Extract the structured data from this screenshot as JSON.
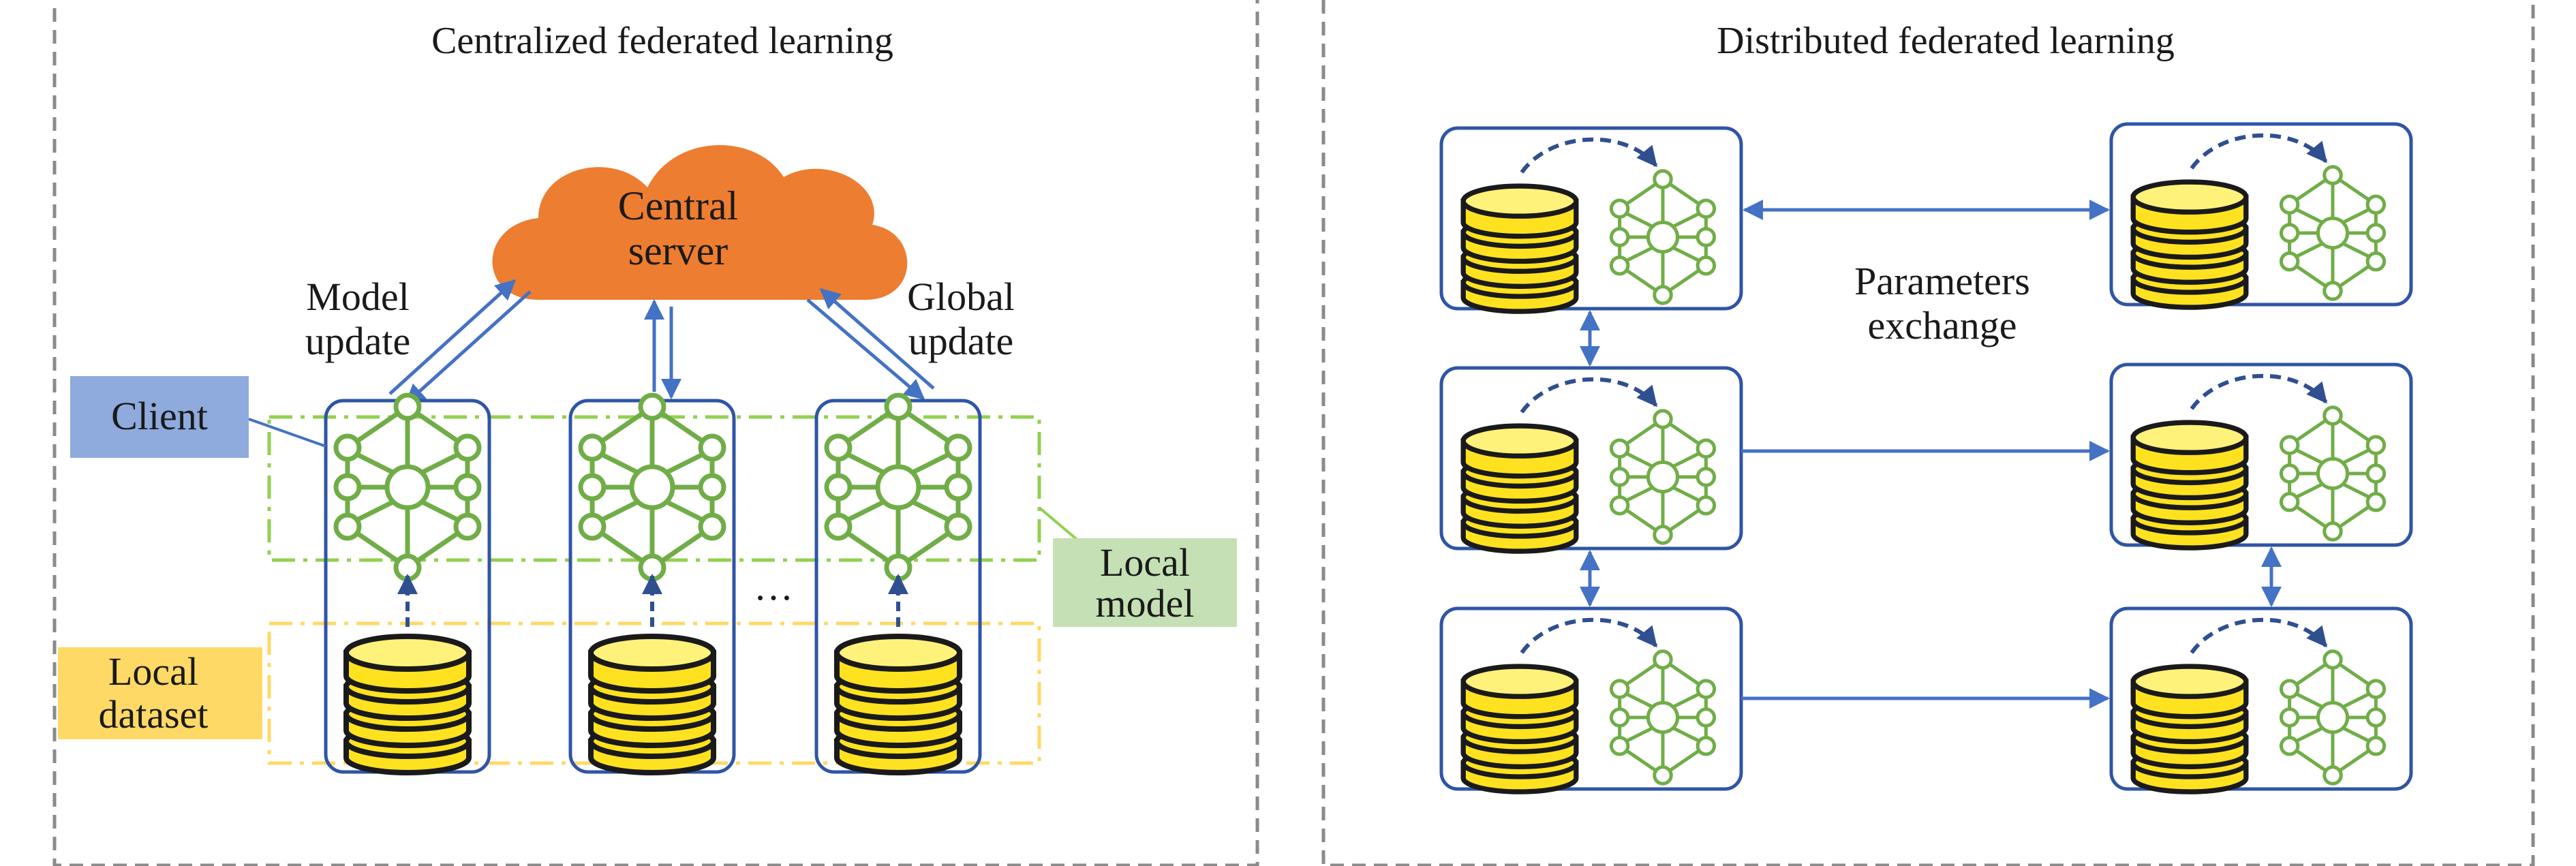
{
  "left_panel": {
    "title": "Centralized federated learning",
    "cloud_label_line1": "Central",
    "cloud_label_line2": "server",
    "model_update_line1": "Model",
    "model_update_line2": "update",
    "global_update_line1": "Global",
    "global_update_line2": "update",
    "client_label": "Client",
    "local_model_line1": "Local",
    "local_model_line2": "model",
    "local_dataset_line1": "Local",
    "local_dataset_line2": "dataset",
    "ellipsis": "…"
  },
  "right_panel": {
    "title": "Distributed federated learning",
    "exchange_line1": "Parameters",
    "exchange_line2": "exchange"
  },
  "colors": {
    "panel_border": "#8a8a8a",
    "node_border": "#2f55a4",
    "arrow_blue": "#4472c4",
    "cloud_orange": "#ed7d31",
    "db_yellow": "#ffe21f",
    "db_yellow_light": "#fff27a",
    "net_green": "#70ad47",
    "client_box": "#8faadc",
    "local_model_box": "#c5e0b4",
    "local_dataset_box": "#ffd966",
    "green_dash": "#92d050",
    "yellow_dash": "#ffd966",
    "dark_arrow": "#2f4f8f"
  }
}
